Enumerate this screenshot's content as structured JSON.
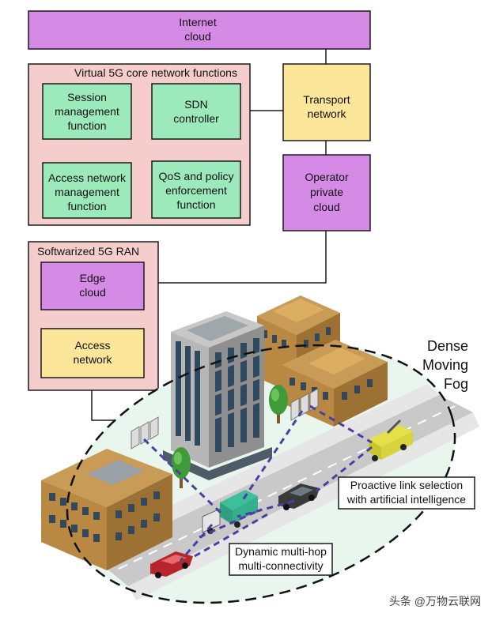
{
  "colors": {
    "purple": "#d58ae6",
    "pink_group": "#f6cdcd",
    "green": "#9ce9bc",
    "yellow": "#fbe69a",
    "outline": "#1a1a1a",
    "link": "#4b3fa3",
    "road": "#bfbfbf"
  },
  "boxes": {
    "internet_cloud": [
      "Internet",
      "cloud"
    ],
    "transport_network": [
      "Transport",
      "network"
    ],
    "operator_private_cloud": [
      "Operator",
      "private",
      "cloud"
    ],
    "session_management": [
      "Session",
      "management",
      "function"
    ],
    "sdn_controller": [
      "SDN",
      "controller"
    ],
    "access_network_management": [
      "Access network",
      "management",
      "function"
    ],
    "qos_policy": [
      "QoS and policy",
      "enforcement",
      "function"
    ],
    "edge_cloud": [
      "Edge",
      "cloud"
    ],
    "access_network": [
      "Access",
      "network"
    ]
  },
  "groups": {
    "virtual_core": "Virtual 5G core network functions",
    "softwarized_ran": "Softwarized 5G RAN"
  },
  "fog_label": [
    "Dense",
    "Moving",
    "Fog"
  ],
  "callouts": {
    "proactive": [
      "Proactive link selection",
      "with artificial intelligence"
    ],
    "multihop": [
      "Dynamic multi-hop",
      "multi-connectivity"
    ]
  },
  "watermark": "头条 @万物云联网",
  "icons": [
    "building-icon",
    "tree-icon",
    "antenna-icon",
    "truck-icon",
    "car-icon"
  ]
}
